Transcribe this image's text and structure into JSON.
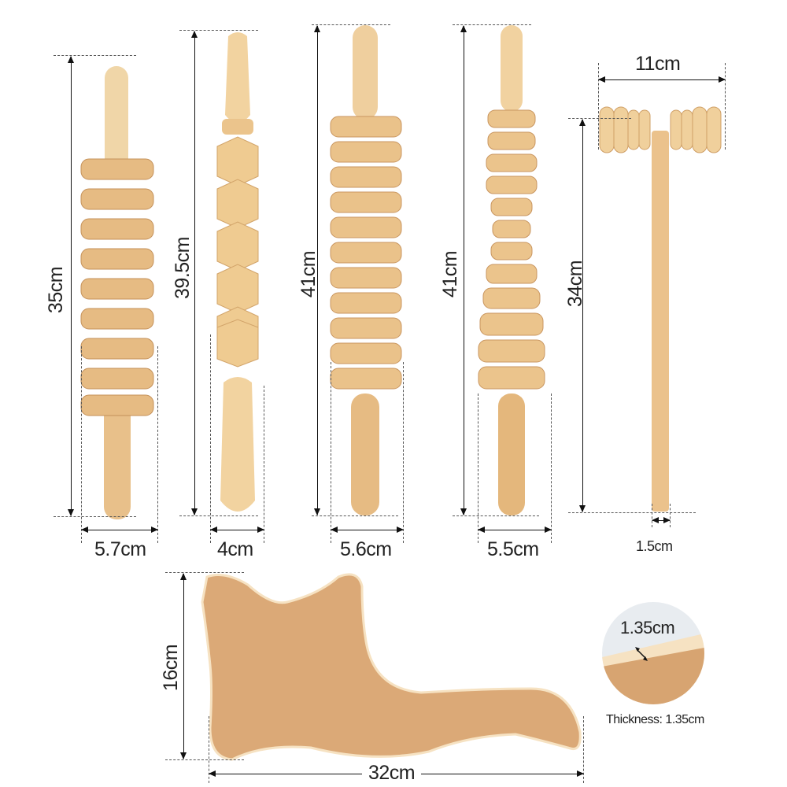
{
  "products": [
    {
      "id": "roller-1",
      "name": "gear-roller-stick",
      "length_label": "35cm",
      "width_label": "5.7cm"
    },
    {
      "id": "roller-2",
      "name": "cube-roller-stick",
      "length_label": "39.5cm",
      "width_label": "4cm"
    },
    {
      "id": "roller-3",
      "name": "gear-roller-stick-large",
      "length_label": "41cm",
      "width_label": "5.6cm"
    },
    {
      "id": "roller-4",
      "name": "tapered-gear-roller-stick",
      "length_label": "41cm",
      "width_label": "5.5cm"
    },
    {
      "id": "t-roller",
      "name": "t-shaped-face-roller",
      "length_label": "34cm",
      "head_width_label": "11cm",
      "handle_width_label": "1.5cm"
    },
    {
      "id": "scraper",
      "name": "gua-sha-scraper-board",
      "height_label": "16cm",
      "width_label": "32cm"
    }
  ],
  "thickness_detail": {
    "inset_label": "1.35cm",
    "caption": "Thickness: 1.35cm"
  },
  "colors": {
    "wood_light": "#f1d2a0",
    "wood_mid": "#e3b77e",
    "wood_dark": "#c99660",
    "board": "#d9a876",
    "board_edge": "#f6e2c2"
  }
}
